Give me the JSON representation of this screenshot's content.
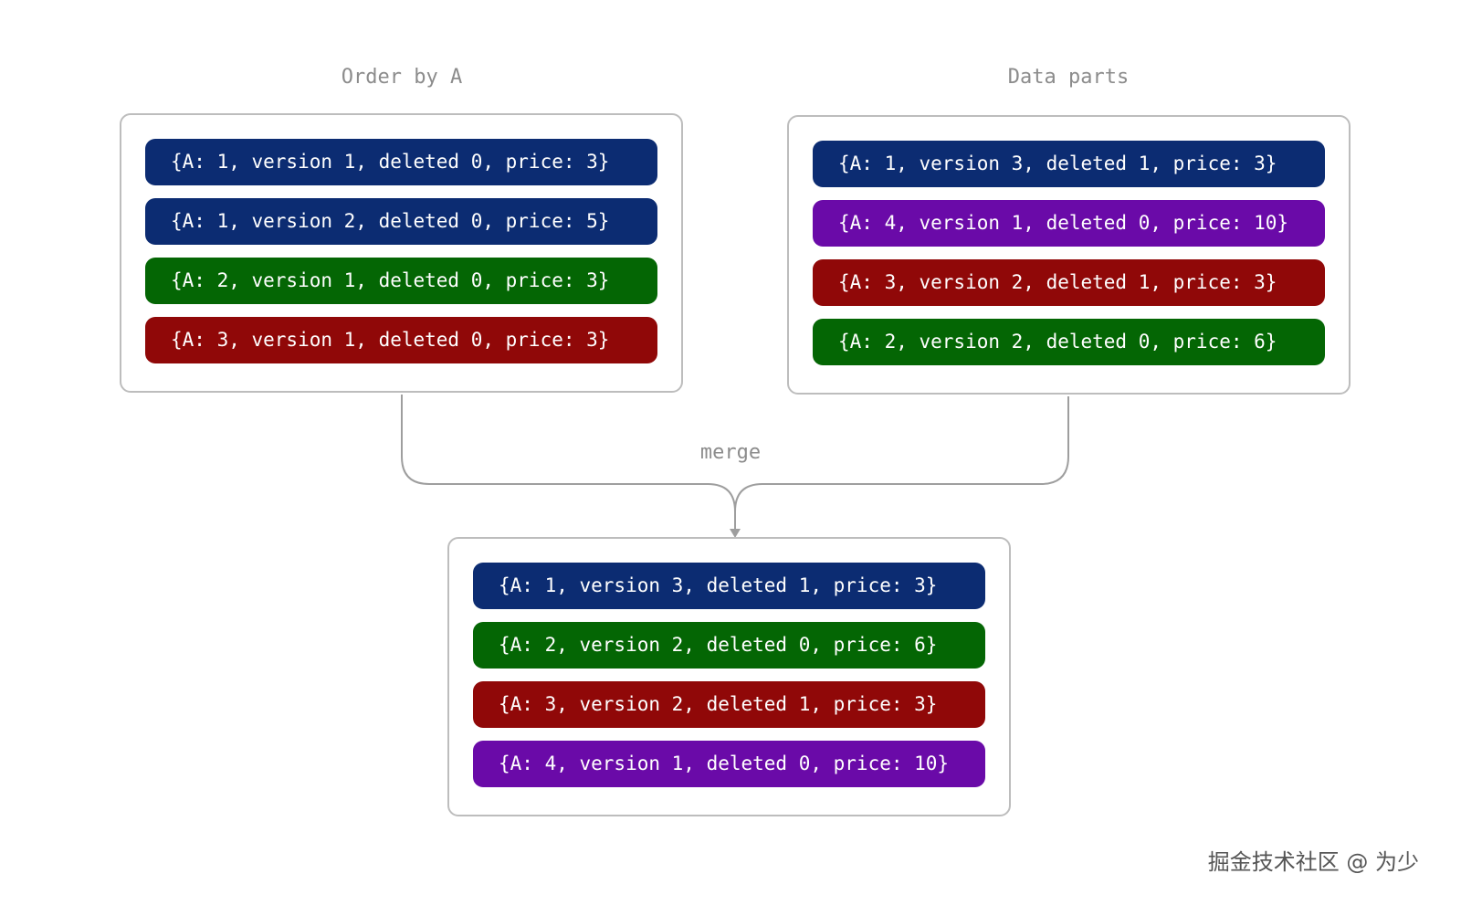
{
  "left_panel": {
    "caption": "Order by A",
    "rows": [
      {
        "text": "{A: 1, version 1, deleted 0, price: 3}",
        "color": "#0c2c72"
      },
      {
        "text": "{A: 1, version 2, deleted 0, price: 5}",
        "color": "#0c2c72"
      },
      {
        "text": "{A: 2, version 1, deleted 0, price: 3}",
        "color": "#046604"
      },
      {
        "text": "{A: 3, version 1, deleted 0, price: 3}",
        "color": "#900808"
      }
    ]
  },
  "right_panel": {
    "caption": "Data parts",
    "rows": [
      {
        "text": "{A: 1, version 3, deleted 1, price: 3}",
        "color": "#0c2c72"
      },
      {
        "text": "{A: 4, version 1, deleted 0, price: 10}",
        "color": "#6a0aa8"
      },
      {
        "text": "{A: 3, version 2, deleted 1, price: 3}",
        "color": "#900808"
      },
      {
        "text": "{A: 2, version 2, deleted 0, price: 6}",
        "color": "#046604"
      }
    ]
  },
  "merge_label": "merge",
  "result_panel": {
    "rows": [
      {
        "text": "{A: 1, version 3, deleted 1, price: 3}",
        "color": "#0c2c72"
      },
      {
        "text": "{A: 2, version 2, deleted 0, price: 6}",
        "color": "#046604"
      },
      {
        "text": "{A: 3, version 2, deleted 1, price: 3}",
        "color": "#900808"
      },
      {
        "text": "{A: 4, version 1, deleted 0, price: 10}",
        "color": "#6a0aa8"
      }
    ]
  },
  "watermark": "掘金技术社区 @ 为少",
  "colors": {
    "border": "#bdbdbd",
    "connector": "#9e9e9e",
    "caption": "#8c8c8c"
  }
}
